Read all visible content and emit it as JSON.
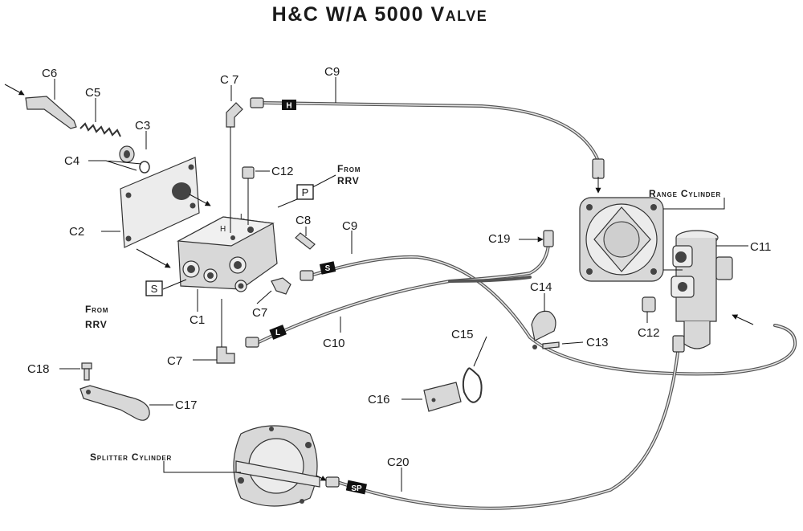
{
  "title": "H&C W/A 5000 Valve",
  "part_labels": {
    "c1": "C1",
    "c2": "C2",
    "c3": "C3",
    "c4": "C4",
    "c5": "C5",
    "c6": "C6",
    "c7": "C 7",
    "c7b": "C7",
    "c7c": "C7",
    "c8": "C8",
    "c9": "C9",
    "c9b": "C9",
    "c10": "C10",
    "c11": "C11",
    "c12": "C12",
    "c12b": "C12",
    "c13": "C13",
    "c14": "C14",
    "c15": "C15",
    "c16": "C16",
    "c17": "C17",
    "c18": "C18",
    "c19": "C19",
    "c20": "C20"
  },
  "callouts": {
    "from_rrv_top_1": "From",
    "from_rrv_top_2": "RRV",
    "from_rrv_bottom_1": "From",
    "from_rrv_bottom_2": "RRV",
    "range_cylinder": "Range Cylinder",
    "splitter_cylinder": "Splitter Cylinder"
  },
  "port_boxes": {
    "p": "P",
    "s": "S"
  },
  "port_letters": {
    "l": "L",
    "h": "H"
  },
  "hose_tags": {
    "h": "H",
    "s": "S",
    "l": "L",
    "sp": "SP"
  }
}
